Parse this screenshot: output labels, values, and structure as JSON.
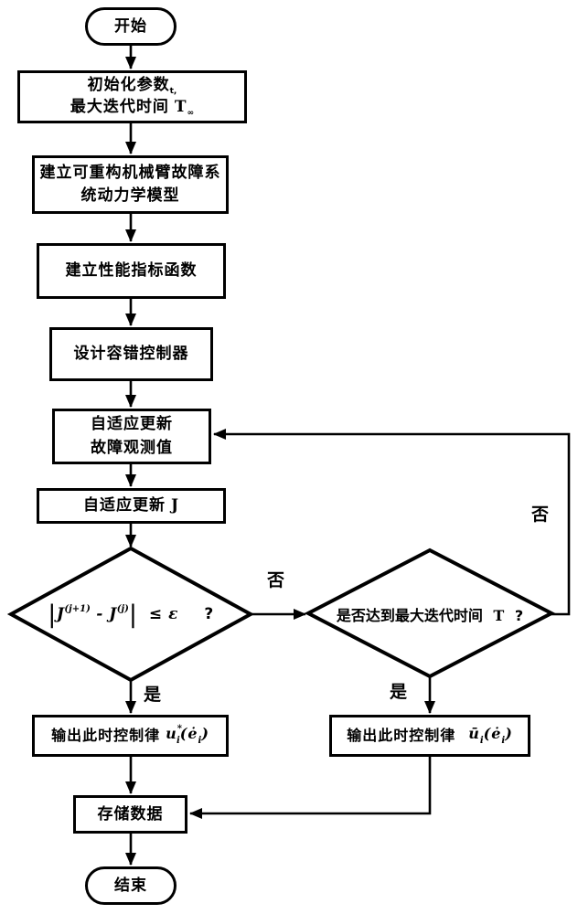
{
  "palette": {
    "stroke": "#000000",
    "background": "#ffffff"
  },
  "nodes": {
    "start": {
      "label": "开始"
    },
    "init": {
      "line1": "初始化参数",
      "line1_sub": "t,",
      "line2": "最大迭代时间",
      "line2_var": "T",
      "line2_sub": "∞"
    },
    "model": {
      "line1": "建立可重构机械臂故障系",
      "line2": "统动力学模型"
    },
    "performance": {
      "label": "建立性能指标函数"
    },
    "controller": {
      "label": "设计容错控制器"
    },
    "observer": {
      "line1": "自适应更新",
      "line2": "故障观测值"
    },
    "update_j": {
      "label": "自适应更新",
      "var": "J"
    },
    "decision_converge": {
      "bar_open": "|",
      "j1": "J",
      "j1_sup": "(j+1)",
      "minus": "-",
      "j2": "J",
      "j2_sup": "(j)",
      "bar_close": "|",
      "leq": "≤",
      "epsilon": "ε",
      "question": "?"
    },
    "decision_time": {
      "prefix": "是否达到最大迭代时间",
      "var": "T",
      "question": "?"
    },
    "output_optimal": {
      "prefix": "输出此时控制律",
      "u": "u",
      "u_sup": "*",
      "u_sub": "i",
      "open": "(",
      "e": "ė",
      "e_sub": "i",
      "close": ")"
    },
    "output_current": {
      "prefix": "输出此时控制律",
      "u": "ū",
      "u_sub": "i",
      "open": "(",
      "e": "ė",
      "e_sub": "i",
      "close": ")"
    },
    "store": {
      "label": "存储数据"
    },
    "end": {
      "label": "结束"
    }
  },
  "edge_labels": {
    "no_converge": "否",
    "no_time": "否",
    "yes_converge": "是",
    "yes_time": "是"
  }
}
